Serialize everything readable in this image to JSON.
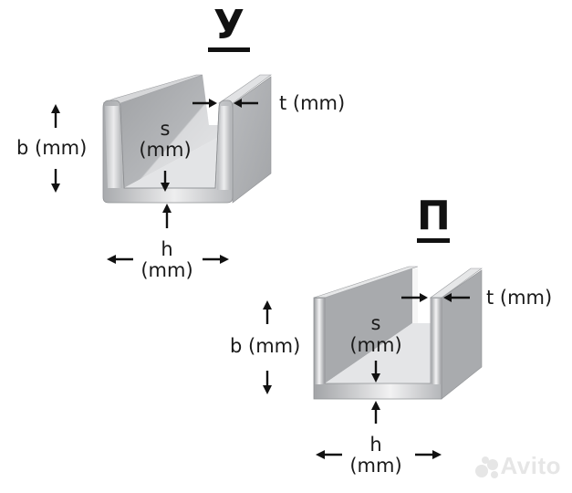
{
  "profiles": [
    {
      "id": "u-profile",
      "title": "У",
      "labels": {
        "t": "t (mm)",
        "b": "b (mm)",
        "s_line1": "s",
        "s_line2": "(mm)",
        "h_line1": "h",
        "h_line2": "(mm)"
      }
    },
    {
      "id": "p-profile",
      "title": "П",
      "labels": {
        "t": "t (mm)",
        "b": "b (mm)",
        "s_line1": "s",
        "s_line2": "(mm)",
        "h_line1": "h",
        "h_line2": "(mm)"
      }
    }
  ],
  "watermark": {
    "text": "Avito"
  },
  "colors": {
    "metal_face": "#a9abae",
    "metal_light": "#e3e4e6",
    "metal_edge": "#c8c9cb",
    "inner_floor": "#dcdde0",
    "arrow": "#111111"
  }
}
